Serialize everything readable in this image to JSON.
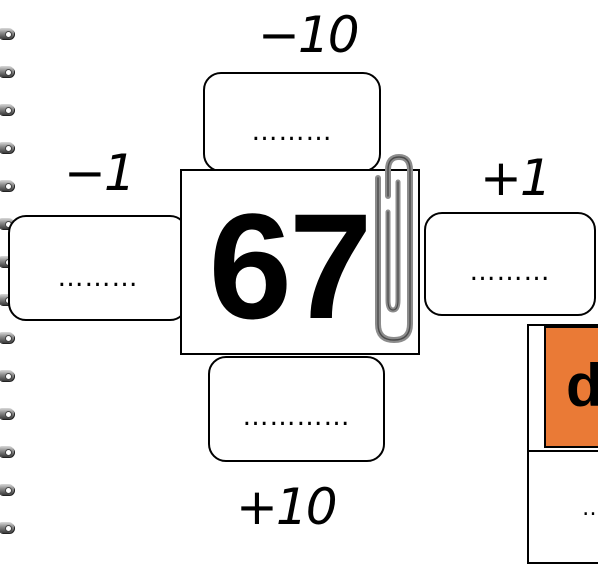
{
  "worksheet": {
    "center_number": "67",
    "operations": {
      "minus_ten": {
        "label": "−10",
        "answer": "………"
      },
      "minus_one": {
        "label": "−1",
        "answer": "………"
      },
      "plus_one": {
        "label": "+1",
        "answer": "………"
      },
      "plus_ten": {
        "label": "+10",
        "answer": "…………"
      }
    }
  },
  "side_card": {
    "header_letter": "d",
    "header_color": "#ea7a36",
    "answer": "…"
  },
  "icons": [
    "spiral-binding-icon",
    "paperclip-icon"
  ]
}
